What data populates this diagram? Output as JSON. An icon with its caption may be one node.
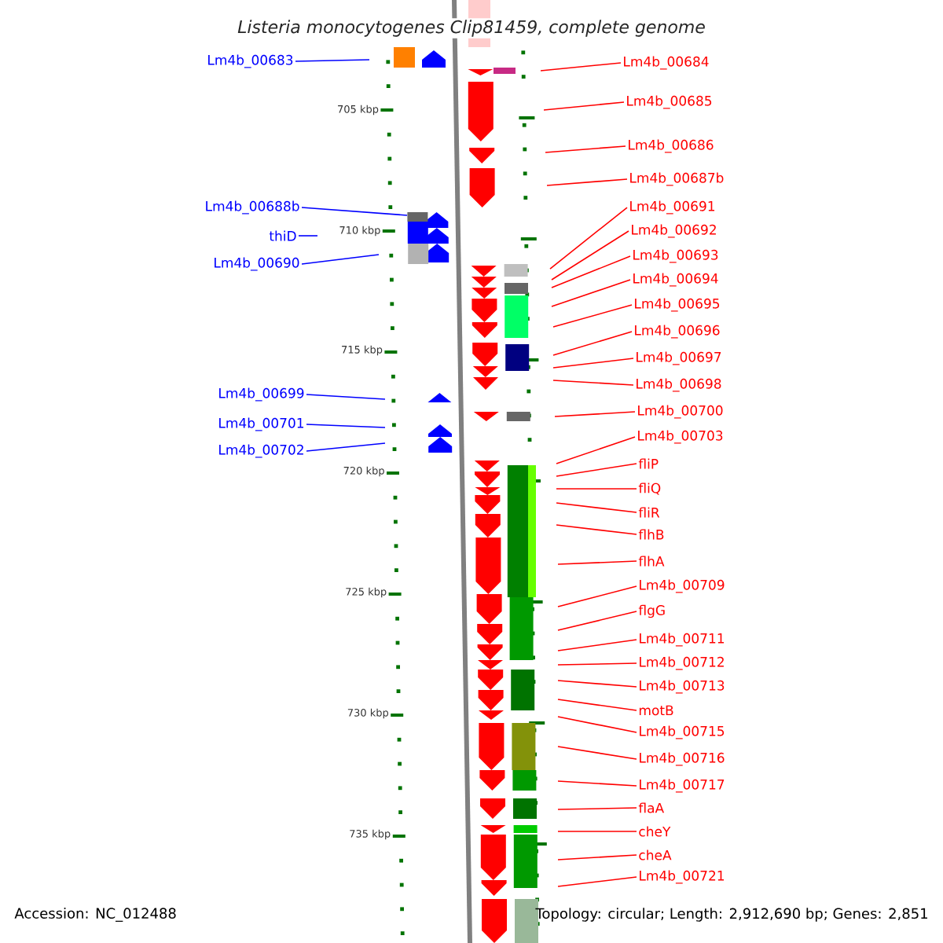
{
  "diagram": {
    "title": "Listeria monocytogenes Clip81459, complete genome",
    "nodes": [
      {
        "text": [
          "Lm4b_00683"
        ]
      },
      {
        "text": [
          "Lm4b_00688b"
        ]
      },
      {
        "text": [
          "thiD"
        ]
      },
      {
        "text": [
          "Lm4b_00690"
        ]
      },
      {
        "text": [
          "Lm4b_00699"
        ]
      },
      {
        "text": [
          "Lm4b_00701"
        ]
      },
      {
        "text": [
          "Lm4b_00702"
        ]
      },
      {
        "text": [
          "Lm4b_00684"
        ]
      },
      {
        "text": [
          "Lm4b_00685"
        ]
      },
      {
        "text": [
          "Lm4b_00686"
        ]
      },
      {
        "text": [
          "Lm4b_00687b"
        ]
      },
      {
        "text": [
          "Lm4b_00691"
        ]
      },
      {
        "text": [
          "Lm4b_00692"
        ]
      },
      {
        "text": [
          "Lm4b_00693"
        ]
      },
      {
        "text": [
          "Lm4b_00694"
        ]
      },
      {
        "text": [
          "Lm4b_00695"
        ]
      },
      {
        "text": [
          "Lm4b_00696"
        ]
      },
      {
        "text": [
          "Lm4b_00697"
        ]
      },
      {
        "text": [
          "Lm4b_00698"
        ]
      },
      {
        "text": [
          "Lm4b_00700"
        ]
      },
      {
        "text": [
          "Lm4b_00703"
        ]
      },
      {
        "text": [
          "fliP"
        ]
      },
      {
        "text": [
          "fliQ"
        ]
      },
      {
        "text": [
          "fliR"
        ]
      },
      {
        "text": [
          "flhB"
        ]
      },
      {
        "text": [
          "flhA"
        ]
      },
      {
        "text": [
          "Lm4b_00709"
        ]
      },
      {
        "text": [
          "flgG"
        ]
      },
      {
        "text": [
          "Lm4b_00711"
        ]
      },
      {
        "text": [
          "Lm4b_00712"
        ]
      },
      {
        "text": [
          "Lm4b_00713"
        ]
      },
      {
        "text": [
          "motB"
        ]
      },
      {
        "text": [
          "Lm4b_00715"
        ]
      },
      {
        "text": [
          "Lm4b_00716"
        ]
      },
      {
        "text": [
          "Lm4b_00717"
        ]
      },
      {
        "text": [
          "flaA"
        ]
      },
      {
        "text": [
          "cheY"
        ]
      },
      {
        "text": [
          "cheA"
        ]
      },
      {
        "text": [
          "Lm4b_00721"
        ]
      }
    ],
    "edges": [
      {
        "from": 0,
        "to": null,
        "arrow": "none",
        "color": "#0000ff"
      },
      {
        "from": 1,
        "to": null,
        "arrow": "none",
        "color": "#0000ff"
      },
      {
        "from": 2,
        "to": null,
        "arrow": "none",
        "color": "#0000ff"
      },
      {
        "from": 3,
        "to": null,
        "arrow": "none",
        "color": "#0000ff"
      },
      {
        "from": 4,
        "to": null,
        "arrow": "none",
        "color": "#0000ff"
      },
      {
        "from": 5,
        "to": null,
        "arrow": "none",
        "color": "#0000ff"
      },
      {
        "from": 6,
        "to": null,
        "arrow": "none",
        "color": "#0000ff"
      },
      {
        "from": 7,
        "to": null,
        "arrow": "none"
      },
      {
        "from": 8,
        "to": null,
        "arrow": "none"
      },
      {
        "from": 9,
        "to": null,
        "arrow": "none"
      },
      {
        "from": 10,
        "to": null,
        "arrow": "none"
      },
      {
        "from": 11,
        "to": null,
        "arrow": "none"
      },
      {
        "from": 12,
        "to": null,
        "arrow": "none"
      },
      {
        "from": 13,
        "to": null,
        "arrow": "none"
      },
      {
        "from": 14,
        "to": null,
        "arrow": "none"
      },
      {
        "from": 15,
        "to": null,
        "arrow": "none"
      },
      {
        "from": 16,
        "to": null,
        "arrow": "none"
      },
      {
        "from": 17,
        "to": null,
        "arrow": "none"
      },
      {
        "from": 18,
        "to": null,
        "arrow": "none"
      },
      {
        "from": 19,
        "to": null,
        "arrow": "none"
      },
      {
        "from": 20,
        "to": null,
        "arrow": "none"
      },
      {
        "from": 21,
        "to": null,
        "arrow": "none"
      },
      {
        "from": 22,
        "to": null,
        "arrow": "none"
      },
      {
        "from": 23,
        "to": null,
        "arrow": "none"
      },
      {
        "from": 24,
        "to": null,
        "arrow": "none"
      },
      {
        "from": 25,
        "to": null,
        "arrow": "none"
      },
      {
        "from": 26,
        "to": null,
        "arrow": "none"
      },
      {
        "from": 27,
        "to": null,
        "arrow": "none"
      },
      {
        "from": 28,
        "to": null,
        "arrow": "none"
      },
      {
        "from": 29,
        "to": null,
        "arrow": "none"
      },
      {
        "from": 30,
        "to": null,
        "arrow": "none"
      },
      {
        "from": 31,
        "to": null,
        "arrow": "none"
      },
      {
        "from": 32,
        "to": null,
        "arrow": "none"
      },
      {
        "from": 33,
        "to": null,
        "arrow": "none"
      },
      {
        "from": 34,
        "to": null,
        "arrow": "none"
      },
      {
        "from": 35,
        "to": null,
        "arrow": "none"
      },
      {
        "from": 36,
        "to": null,
        "arrow": "none"
      },
      {
        "from": 37,
        "to": null,
        "arrow": "none"
      },
      {
        "from": 38,
        "to": null,
        "arrow": "none"
      }
    ],
    "labels": [
      "705 kbp",
      "710 kbp",
      "715 kbp",
      "720 kbp",
      "725 kbp",
      "730 kbp",
      "735 kbp",
      "Accession: NC_012488",
      "Topology: circular; Length: 2,912,690 bp; Genes: 2,851"
    ]
  }
}
